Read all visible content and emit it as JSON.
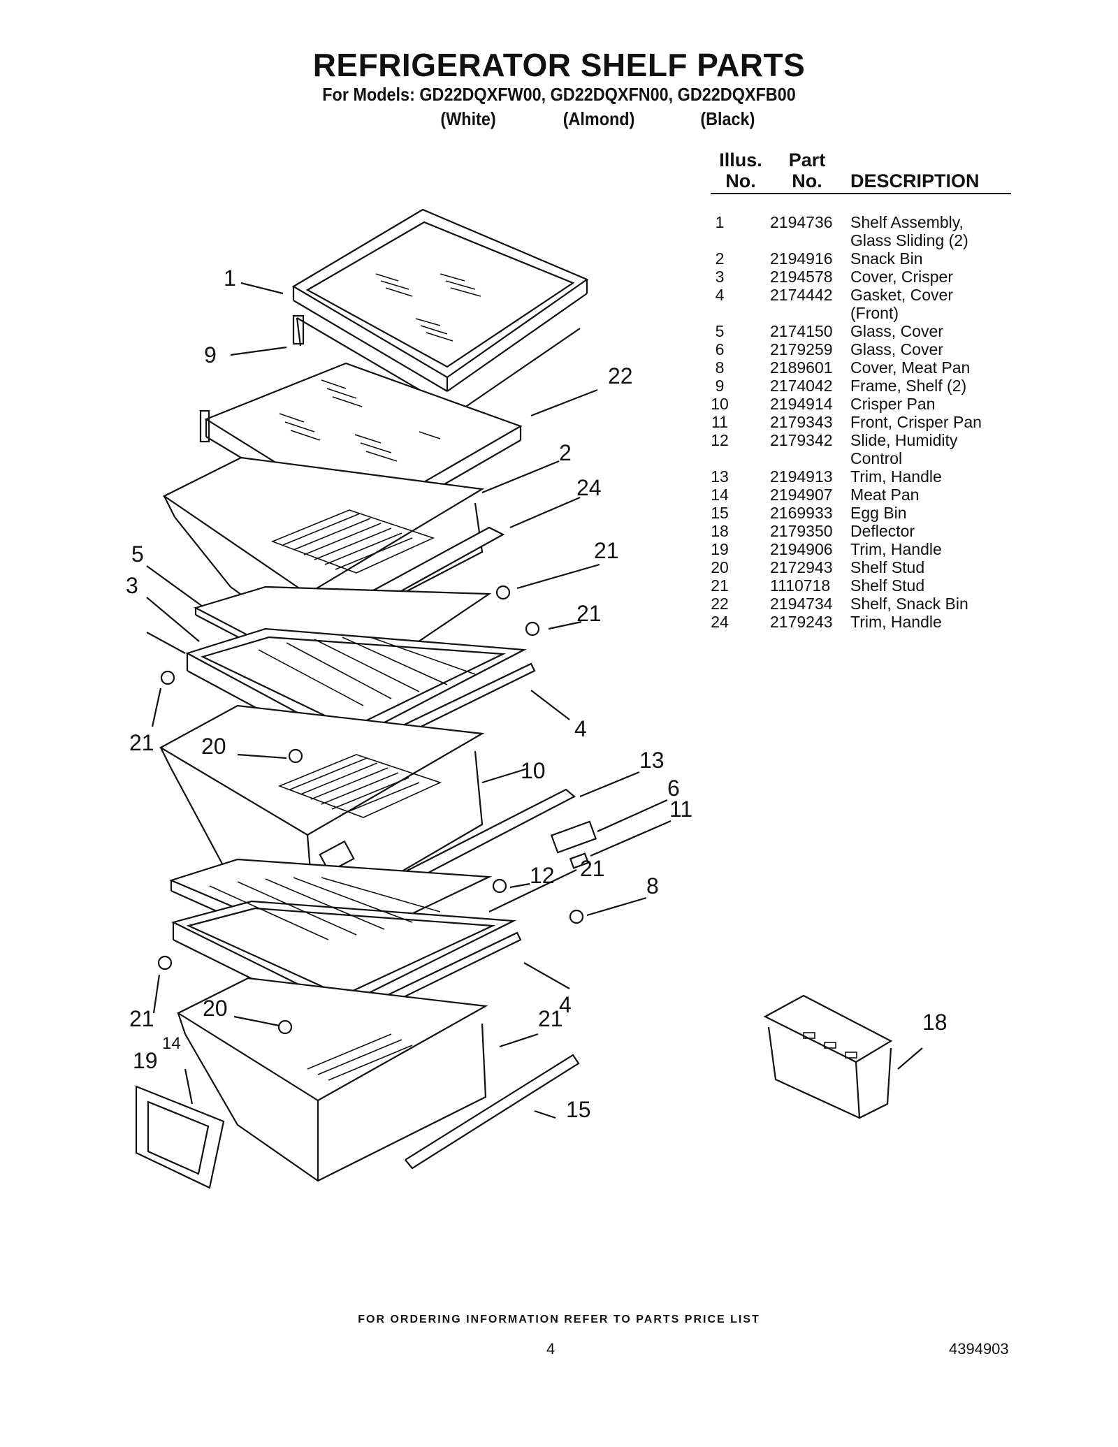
{
  "header": {
    "title": "REFRIGERATOR SHELF PARTS",
    "models_line": "For Models: GD22DQXFW00, GD22DQXFN00, GD22DQXFB00",
    "variants": [
      "(White)",
      "(Almond)",
      "(Black)"
    ]
  },
  "table": {
    "head_illus": [
      "Illus.",
      "No."
    ],
    "head_part": [
      "Part",
      "No."
    ],
    "head_desc": "DESCRIPTION",
    "rows": [
      {
        "illus": "1",
        "part": "2194736",
        "desc": [
          "Shelf Assembly,",
          "Glass Sliding (2)"
        ]
      },
      {
        "illus": "2",
        "part": "2194916",
        "desc": [
          "Snack Bin"
        ]
      },
      {
        "illus": "3",
        "part": "2194578",
        "desc": [
          "Cover, Crisper"
        ]
      },
      {
        "illus": "4",
        "part": "2174442",
        "desc": [
          "Gasket, Cover",
          "(Front)"
        ]
      },
      {
        "illus": "5",
        "part": "2174150",
        "desc": [
          "Glass, Cover"
        ]
      },
      {
        "illus": "6",
        "part": "2179259",
        "desc": [
          "Glass, Cover"
        ]
      },
      {
        "illus": "8",
        "part": "2189601",
        "desc": [
          "Cover, Meat Pan"
        ]
      },
      {
        "illus": "9",
        "part": "2174042",
        "desc": [
          "Frame, Shelf (2)"
        ]
      },
      {
        "illus": "10",
        "part": "2194914",
        "desc": [
          "Crisper Pan"
        ]
      },
      {
        "illus": "11",
        "part": "2179343",
        "desc": [
          "Front, Crisper Pan"
        ]
      },
      {
        "illus": "12",
        "part": "2179342",
        "desc": [
          "Slide, Humidity",
          "Control"
        ]
      },
      {
        "illus": "13",
        "part": "2194913",
        "desc": [
          "Trim, Handle"
        ]
      },
      {
        "illus": "14",
        "part": "2194907",
        "desc": [
          "Meat Pan"
        ]
      },
      {
        "illus": "15",
        "part": "2169933",
        "desc": [
          "Egg Bin"
        ]
      },
      {
        "illus": "18",
        "part": "2179350",
        "desc": [
          "Deflector"
        ]
      },
      {
        "illus": "19",
        "part": "2194906",
        "desc": [
          "Trim, Handle"
        ]
      },
      {
        "illus": "20",
        "part": "2172943",
        "desc": [
          "Shelf Stud"
        ]
      },
      {
        "illus": "21",
        "part": "1110718",
        "desc": [
          "Shelf Stud"
        ]
      },
      {
        "illus": "22",
        "part": "2194734",
        "desc": [
          "Shelf, Snack Bin"
        ]
      },
      {
        "illus": "24",
        "part": "2179243",
        "desc": [
          "Trim, Handle"
        ]
      }
    ]
  },
  "diagram": {
    "callouts": [
      "1",
      "9",
      "22",
      "2",
      "24",
      "5",
      "3",
      "21",
      "21",
      "21",
      "4",
      "20",
      "10",
      "13",
      "6",
      "11",
      "12",
      "21",
      "8",
      "21",
      "4",
      "20",
      "21",
      "14",
      "18",
      "15",
      "19"
    ]
  },
  "footer": {
    "note": "FOR ORDERING INFORMATION REFER TO PARTS PRICE LIST",
    "page_number": "4",
    "doc_number": "4394903"
  }
}
